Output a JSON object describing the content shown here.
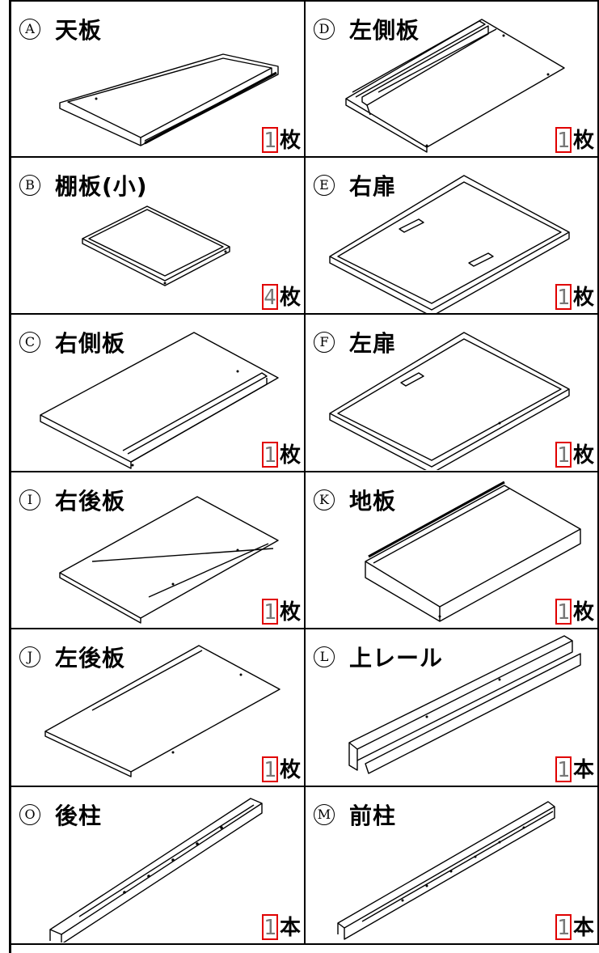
{
  "parts": [
    {
      "letter": "A",
      "name": "天板",
      "qty": "1",
      "unit": "枚",
      "icon": "top-panel-icon"
    },
    {
      "letter": "D",
      "name": "左側板",
      "qty": "1",
      "unit": "枚",
      "icon": "left-side-panel-icon"
    },
    {
      "letter": "B",
      "name": "棚板(小)",
      "qty": "4",
      "unit": "枚",
      "icon": "shelf-small-icon"
    },
    {
      "letter": "E",
      "name": "右扉",
      "qty": "1",
      "unit": "枚",
      "icon": "right-door-icon"
    },
    {
      "letter": "C",
      "name": "右側板",
      "qty": "1",
      "unit": "枚",
      "icon": "right-side-panel-icon"
    },
    {
      "letter": "F",
      "name": "左扉",
      "qty": "1",
      "unit": "枚",
      "icon": "left-door-icon"
    },
    {
      "letter": "I",
      "name": "右後板",
      "qty": "1",
      "unit": "枚",
      "icon": "right-back-panel-icon"
    },
    {
      "letter": "K",
      "name": "地板",
      "qty": "1",
      "unit": "枚",
      "icon": "bottom-panel-icon"
    },
    {
      "letter": "J",
      "name": "左後板",
      "qty": "1",
      "unit": "枚",
      "icon": "left-back-panel-icon"
    },
    {
      "letter": "L",
      "name": "上レール",
      "qty": "1",
      "unit": "本",
      "icon": "upper-rail-icon"
    },
    {
      "letter": "O",
      "name": "後柱",
      "qty": "1",
      "unit": "本",
      "icon": "rear-post-icon"
    },
    {
      "letter": "M",
      "name": "前柱",
      "qty": "1",
      "unit": "本",
      "icon": "front-post-icon"
    }
  ],
  "colors": {
    "qty_box_border": "#e00000",
    "line": "#000000"
  }
}
